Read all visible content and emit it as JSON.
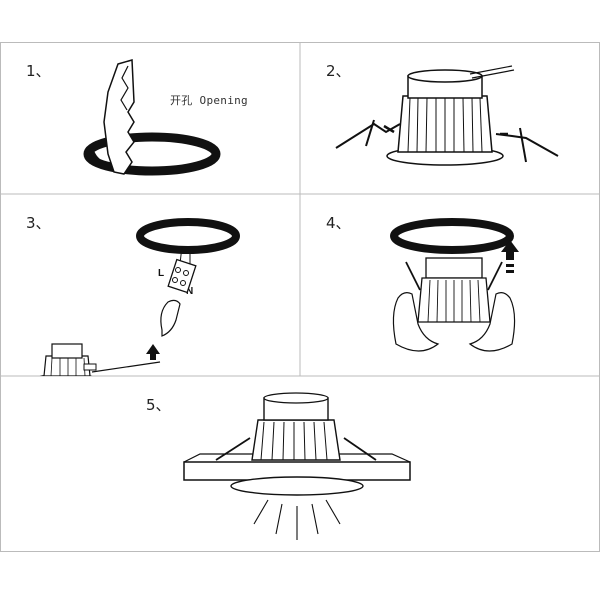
{
  "steps": [
    {
      "number": "1、",
      "caption": "开孔 Opening"
    },
    {
      "number": "2、"
    },
    {
      "number": "3、",
      "wire_labels": [
        "L",
        "N"
      ]
    },
    {
      "number": "4、"
    },
    {
      "number": "5、"
    }
  ]
}
